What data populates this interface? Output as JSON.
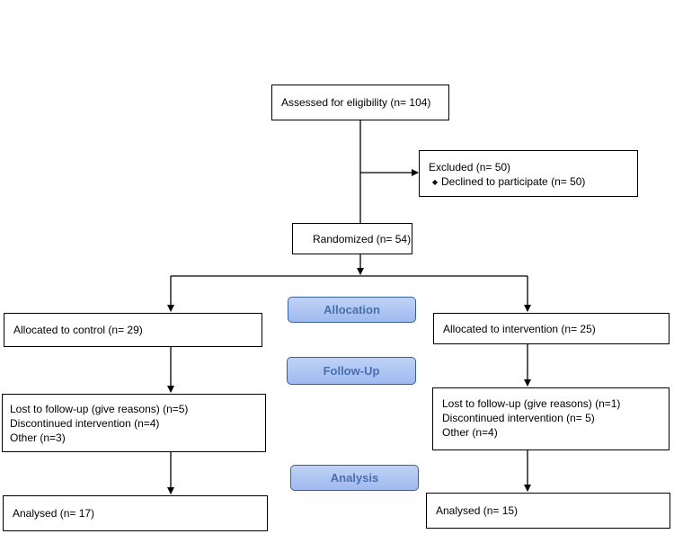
{
  "assessed": "Assessed for eligibility (n= 104)",
  "excluded": {
    "title": "Excluded (n= 50)",
    "items": [
      {
        "icon": "diamond-bullet-icon",
        "text": "Declined to participate (n= 50)"
      }
    ]
  },
  "randomized": "Randomized (n= 54)",
  "stages": {
    "allocation": "Allocation",
    "follow_up": "Follow-Up",
    "analysis": "Analysis"
  },
  "control": {
    "allocated": "Allocated to control (n= 29)",
    "followup": [
      "Lost to follow-up (give reasons) (n=5)",
      "Discontinued intervention (n=4)",
      "Other (n=3)"
    ],
    "analysed": "Analysed (n= 17)"
  },
  "intervention": {
    "allocated": "Allocated to intervention (n= 25)",
    "followup": [
      "Lost to follow-up (give reasons) (n=1)",
      "Discontinued intervention (n= 5)",
      "Other (n=4)"
    ],
    "analysed": "Analysed (n= 15)"
  },
  "colors": {
    "stage_fill": "#b2c8f4",
    "stage_text": "#4a6fae",
    "stage_border": "#3a5f9f",
    "line": "#000000"
  }
}
